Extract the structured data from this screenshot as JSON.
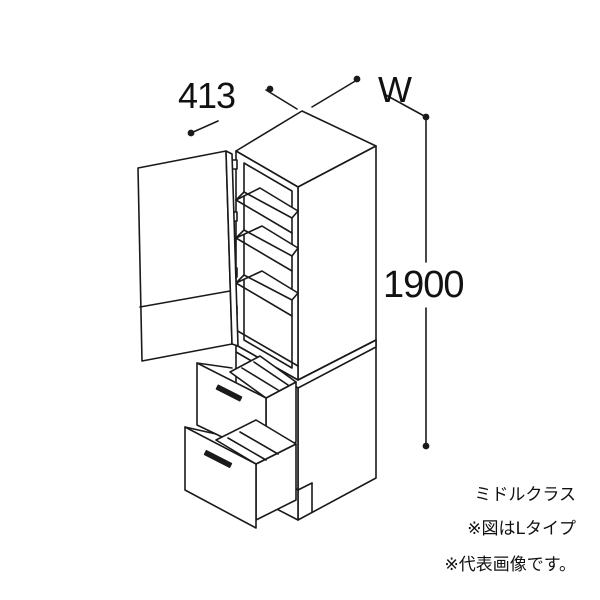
{
  "dimensions": {
    "depth": "413",
    "width": "W",
    "height": "1900"
  },
  "notes": {
    "class_name": "ミドルクラス",
    "figure_note": "※図はLタイプ",
    "representative_note": "※代表画像です。"
  },
  "colors": {
    "line": "#1a1a1a",
    "panel": "#ffffff"
  }
}
